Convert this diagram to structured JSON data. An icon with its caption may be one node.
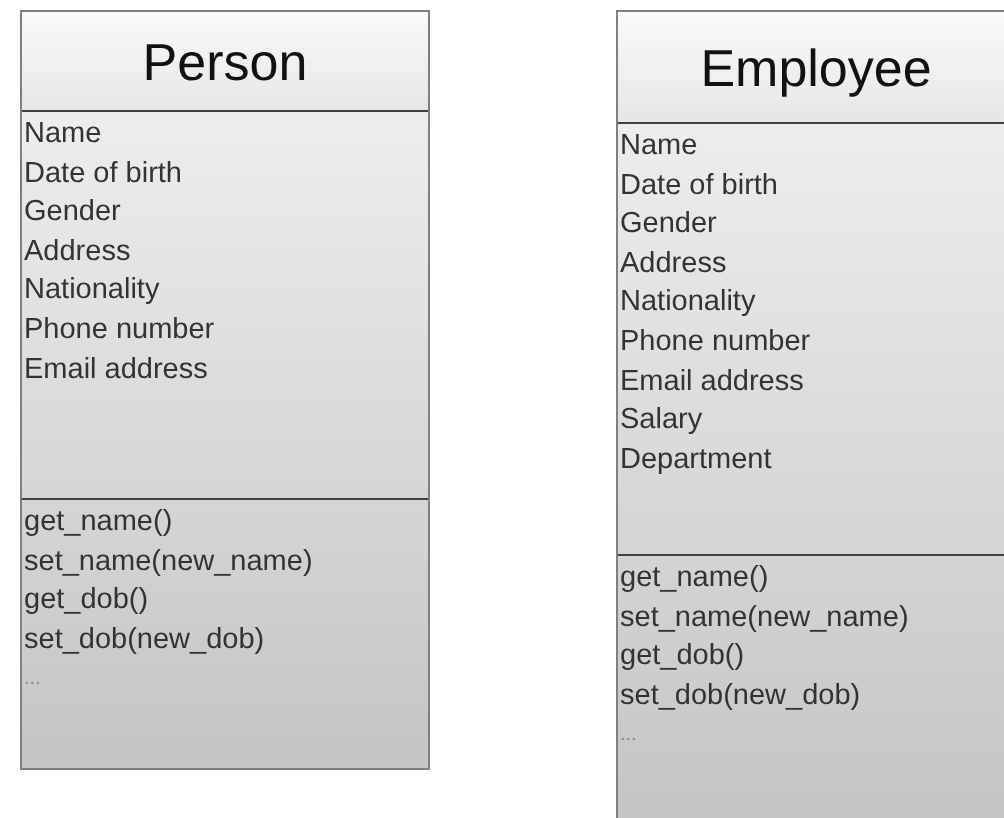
{
  "diagram": {
    "nodes": [
      {
        "text": [
          "Person"
        ]
      },
      {
        "text": [
          "Name",
          "Date of birth",
          "Gender",
          "Address",
          "Nationality",
          "Phone number",
          "Email address"
        ],
        "in": 0
      },
      {
        "text": [
          "get_name()",
          "set_name(new_name)",
          "get_dob()",
          "set_dob(new_dob)",
          "..."
        ],
        "in": 0
      },
      {
        "text": [
          "Employee"
        ]
      },
      {
        "text": [
          "Name",
          "Date of birth",
          "Gender",
          "Address",
          "Nationality",
          "Phone number",
          "Email address",
          "Salary",
          "Department"
        ],
        "in": 3
      },
      {
        "text": [
          "get_name()",
          "set_name(new_name)",
          "get_dob()",
          "set_dob(new_dob)",
          "..."
        ],
        "in": 3
      }
    ],
    "edges": []
  }
}
